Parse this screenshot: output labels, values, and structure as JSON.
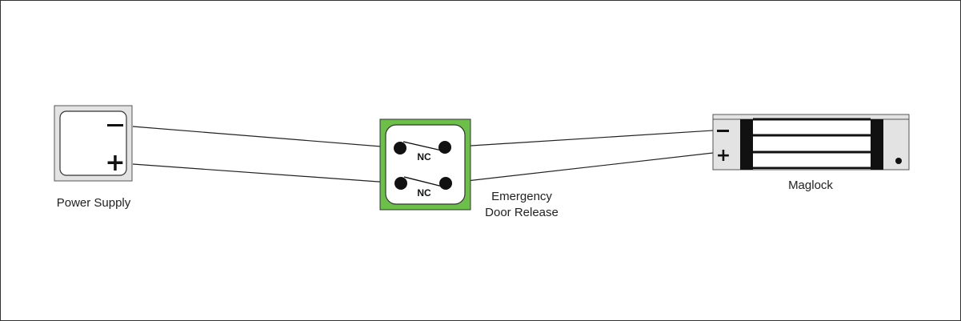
{
  "power_supply": {
    "label": "Power Supply",
    "negative_sign": "−",
    "positive_sign": "+"
  },
  "door_release": {
    "label_line1": "Emergency",
    "label_line2": "Door Release",
    "contact_top": "NC",
    "contact_bottom": "NC",
    "color": "#6cc04a"
  },
  "maglock": {
    "label": "Maglock",
    "negative_sign": "−",
    "positive_sign": "+"
  }
}
